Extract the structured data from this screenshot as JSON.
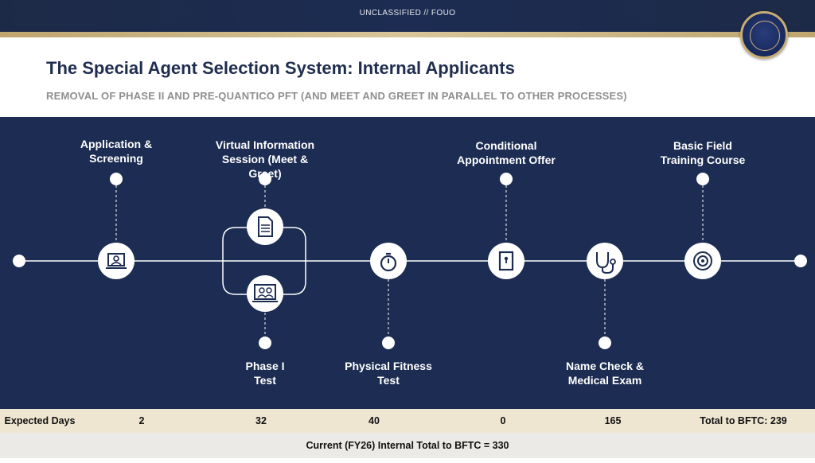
{
  "header": {
    "classification": "UNCLASSIFIED // FOUO",
    "title": "The Special Agent Selection System: Internal Applicants",
    "subtitle": "REMOVAL OF PHASE II AND PRE-QUANTICO PFT (AND MEET AND GREET IN PARALLEL TO OTHER PROCESSES)"
  },
  "steps": {
    "application": "Application & Screening",
    "virtual_session": "Virtual Information Session (Meet & Greet)",
    "phase1": "Phase I Test",
    "pft": "Physical Fitness Test",
    "conditional": "Conditional Appointment Offer",
    "namecheck": "Name Check & Medical Exam",
    "bftc": "Basic Field Training Course"
  },
  "icons": [
    "monitor-user-icon",
    "document-icon",
    "people-screen-icon",
    "stopwatch-icon",
    "door-icon",
    "stethoscope-icon",
    "target-icon"
  ],
  "table": {
    "row_label": "Expected Days",
    "values": [
      "2",
      "32",
      "40",
      "0",
      "165"
    ],
    "total": "Total to BFTC: 239",
    "current_total": "Current (FY26) Internal Total to BFTC = 330"
  },
  "colors": {
    "navy": "#1c2c52",
    "gold": "#bfa56f",
    "cream": "#efe6d2"
  }
}
